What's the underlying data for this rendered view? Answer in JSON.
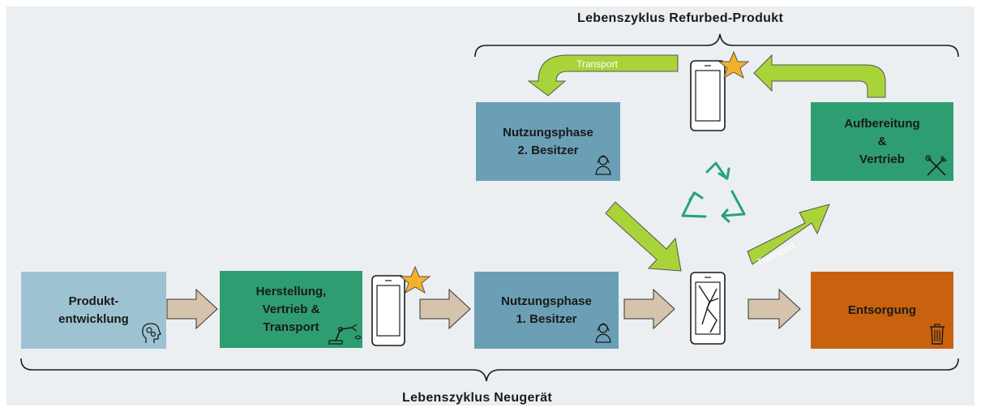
{
  "titles": {
    "top": "Lebenszyklus Refurbed-Produkt",
    "bottom": "Lebenszyklus Neugerät"
  },
  "boxes": {
    "produktentwicklung": "Produkt-\nentwicklung",
    "herstellung": "Herstellung,\nVertrieb &\nTransport",
    "nutzung1": "Nutzungsphase\n1. Besitzer",
    "nutzung2": "Nutzungsphase\n2. Besitzer",
    "aufbereitung": "Aufbereitung\n&\nVertrieb",
    "entsorgung": "Entsorgung"
  },
  "arrows": {
    "transport_top": "Transport",
    "transport_diag": "Transport"
  },
  "colors": {
    "background": "#eceff1",
    "box_light_blue": "#9dc3d3",
    "box_green": "#2e9e72",
    "box_steel_blue": "#6b9fb5",
    "box_orange": "#c8620f",
    "arrow_tan": "#d6c3ab",
    "arrow_lime": "#a8d43a",
    "recycle": "#26a37a",
    "star": "#f6b12b"
  },
  "icons": [
    "head-gears-icon",
    "robot-arm-icon",
    "person-icon",
    "wrench-screwdriver-icon",
    "trash-icon",
    "smartphone-icon",
    "broken-smartphone-icon",
    "star-icon",
    "recycle-icon"
  ]
}
